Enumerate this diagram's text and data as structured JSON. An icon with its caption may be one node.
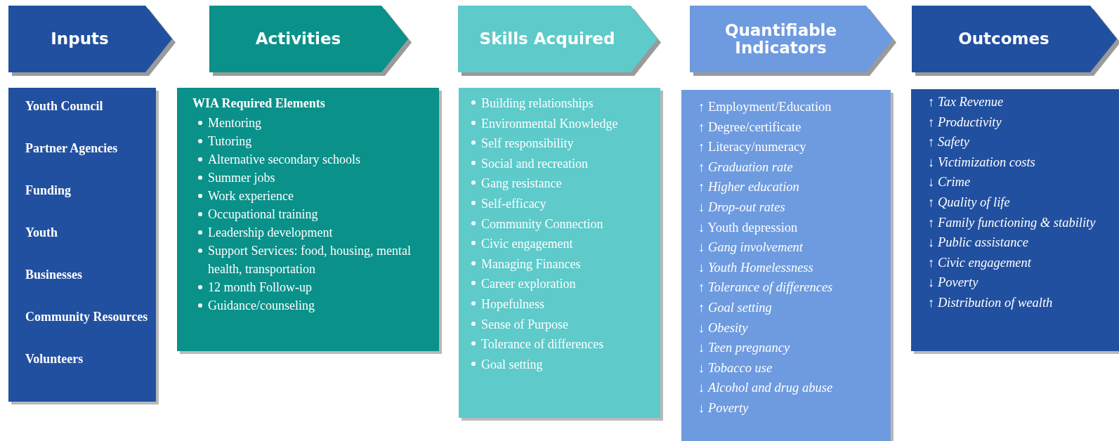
{
  "diagram": {
    "nodes": [
      {
        "text": [
          "Inputs"
        ]
      },
      {
        "text": [
          "Activities"
        ]
      },
      {
        "text": [
          "Skills Acquired"
        ]
      },
      {
        "text": [
          "Quantifiable Indicators"
        ]
      },
      {
        "text": [
          "Outcomes"
        ]
      },
      {
        "text": [
          "Youth Council",
          "Partner Agencies",
          "Funding",
          "Youth",
          "Businesses",
          "Community Resources",
          "Volunteers"
        ]
      },
      {
        "text": [
          "WIA Required Elements",
          "Mentoring",
          "Tutoring",
          "Alternative secondary schools",
          "Summer jobs",
          "Work experience",
          "Occupational training",
          "Leadership development",
          "Support Services: food, housing, mental health, transportation",
          "12 month Follow-up",
          "Guidance/counseling"
        ]
      },
      {
        "text": [
          "Building relationships",
          "Environmental Knowledge",
          "Self responsibility",
          "Social and recreation",
          "Gang resistance",
          "Self-efficacy",
          "Community Connection",
          "Civic engagement",
          "Managing Finances",
          "Career exploration",
          "Hopefulness",
          "Sense of Purpose",
          "Tolerance of differences",
          "Goal setting"
        ]
      },
      {
        "text": [
          "↑ Employment/Education",
          "↑ Degree/certificate",
          "↑ Literacy/numeracy",
          "↑ *Graduation rate*",
          "↑ *Higher education*",
          "↓ *Drop-out rates*",
          "↓ Youth depression",
          "↓ *Gang involvement*",
          "↓ *Youth Homelessness*",
          "↑ *Tolerance of differences*",
          "↑ *Goal setting*",
          "↓ *Obesity*",
          "↓ *Teen pregnancy*",
          "↓ *Tobacco use*",
          "↓ *Alcohol and drug abuse*",
          "↓ *Poverty*"
        ]
      },
      {
        "text": [
          "↑ Tax Revenue",
          "↑ Productivity",
          "↑ Safety",
          "↓ Victimization costs",
          "↓ Crime",
          "↑ Quality of life",
          "↑ Family functioning & stability",
          "↓ Public assistance",
          "↑ Civic engagement",
          "↓ Poverty",
          "↑ Distribution of wealth"
        ]
      }
    ]
  }
}
